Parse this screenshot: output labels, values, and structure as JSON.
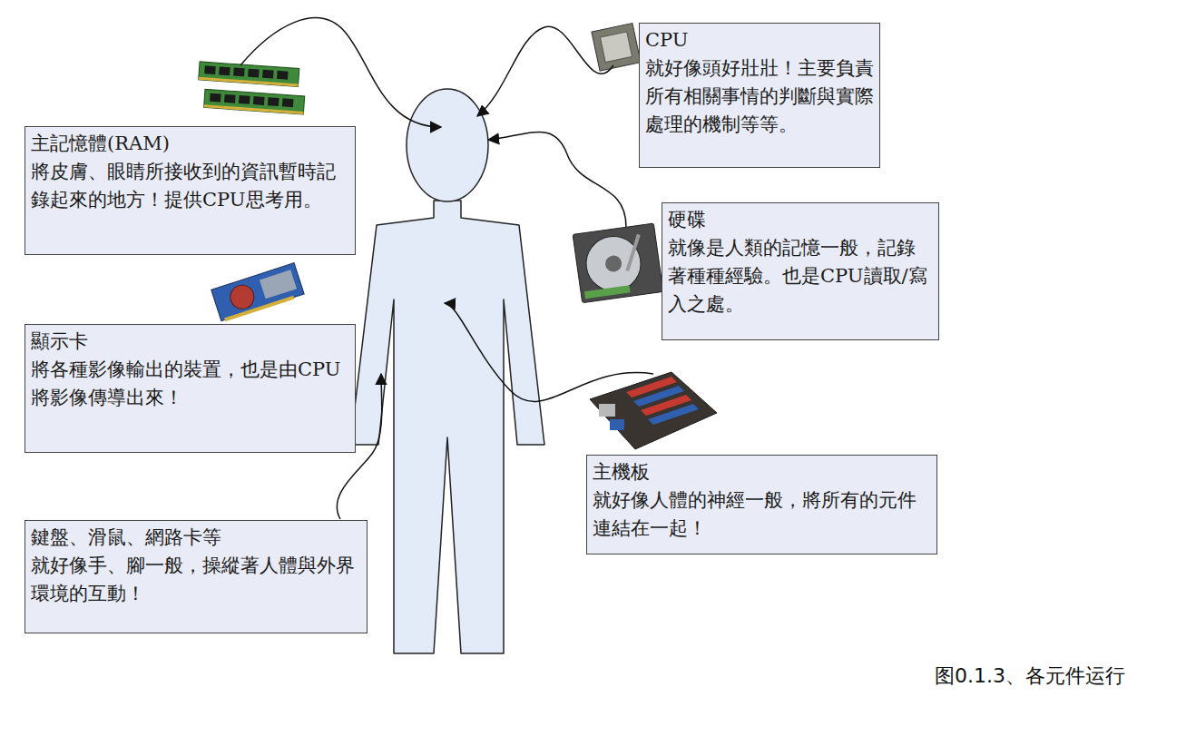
{
  "diagram": {
    "caption": "图0.1.3、各元件运行",
    "nodes": [
      {
        "text": [
          "CPU",
          "就好像頭好壯壯！主要負責所有相關事情的判斷與實際處理的機制等等。"
        ]
      },
      {
        "text": [
          "主記憶體(RAM)",
          "將皮膚、眼睛所接收到的資訊暫時記錄起來的地方！提供CPU思考用。"
        ]
      },
      {
        "text": [
          "硬碟",
          "就像是人類的記憶一般，記錄著種種經驗。也是CPU讀取/寫入之處。"
        ]
      },
      {
        "text": [
          "顯示卡",
          "將各種影像輸出的裝置，也是由CPU將影像傳導出來！"
        ]
      },
      {
        "text": [
          "主機板",
          "就好像人體的神經一般，將所有的元件連結在一起！"
        ]
      },
      {
        "text": [
          "鍵盤、滑鼠、網路卡等",
          "就好像手、腳一般，操縱著人體與外界環境的互動！"
        ]
      }
    ]
  }
}
